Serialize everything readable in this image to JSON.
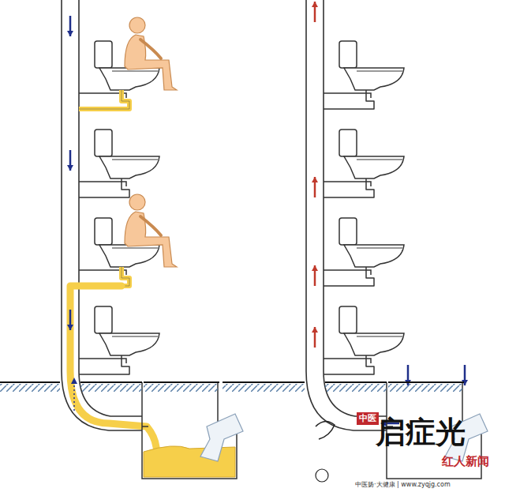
{
  "diagram": {
    "labels": [
      "中医",
      "启症光",
      "红人新闻",
      "中医扬·大健康 | www.zyqjg.com"
    ]
  }
}
